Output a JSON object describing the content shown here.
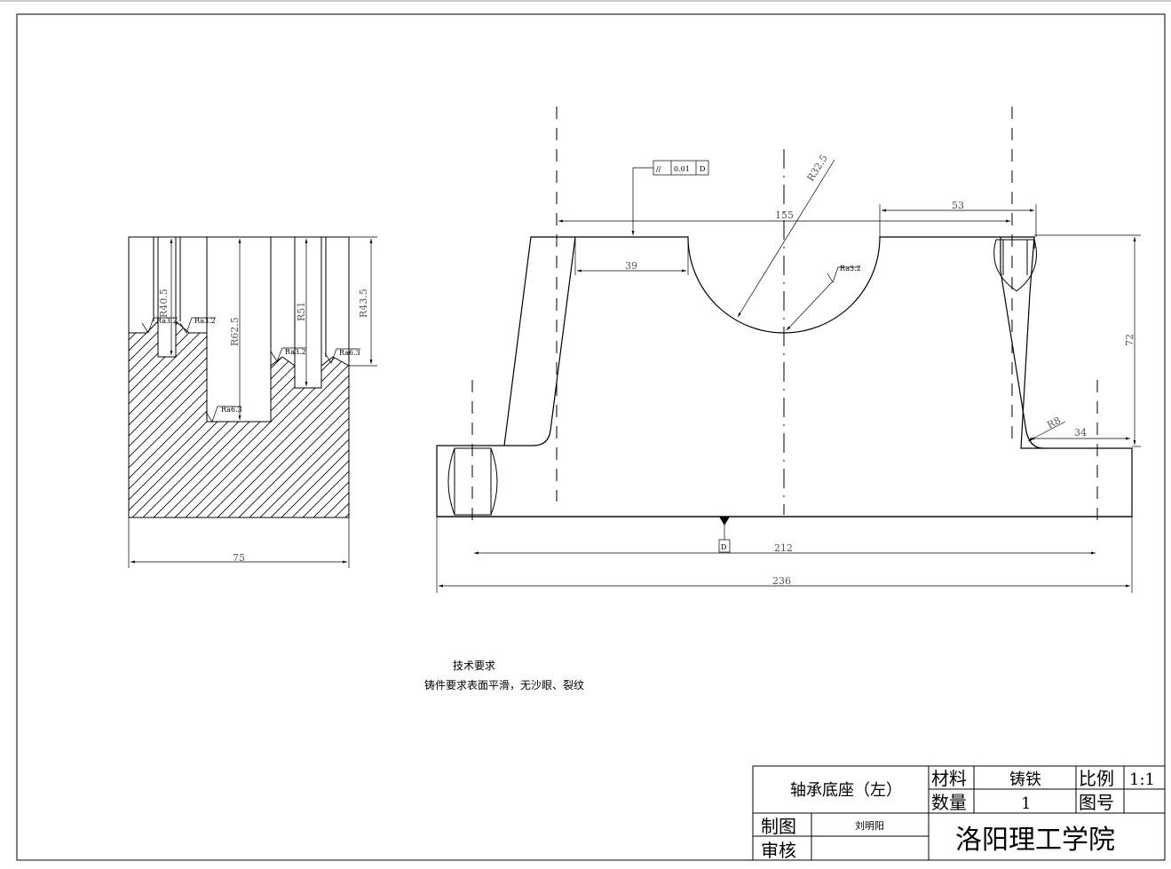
{
  "notes": {
    "title": "技术要求",
    "line1": "铸件要求表面平滑，无沙眼、裂纹"
  },
  "tolerance": {
    "symbol": "//",
    "value": "0.01",
    "datum": "D"
  },
  "datum_mark": "D",
  "side_view": {
    "dims": {
      "width": "75",
      "r1": "R40.5",
      "r2": "R62.5",
      "r3": "R51",
      "r4": "R43.5"
    },
    "roughness": [
      "Ra3.2",
      "Ra3.2",
      "Ra6.3",
      "Ra3.2",
      "Ra6.3"
    ]
  },
  "front_view": {
    "dims": {
      "top_span": "155",
      "right_span": "53",
      "left_seg": "39",
      "radius": "R32.5",
      "height": "72",
      "fillet": "R8",
      "foot": "34",
      "hole_span": "212",
      "total": "236"
    },
    "roughness": "Ra3.2"
  },
  "title_block": {
    "part_name": "轴承底座（左）",
    "material_label": "材料",
    "material_value": "铸铁",
    "scale_label": "比例",
    "scale_value": "1:1",
    "qty_label": "数量",
    "qty_value": "1",
    "drawing_no_label": "图号",
    "drawing_no_value": "",
    "drawn_label": "制图",
    "drawn_value": "刘明阳",
    "check_label": "审核",
    "check_value": "",
    "school": "洛阳理工学院"
  }
}
